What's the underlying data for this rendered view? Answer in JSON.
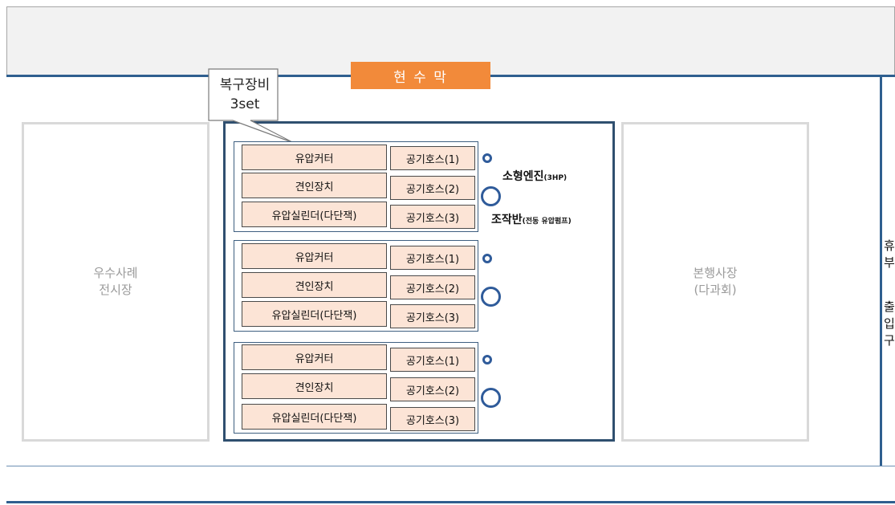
{
  "banner": {
    "label": "현 수 막"
  },
  "callout": {
    "line1": "복구장비",
    "line2": "3set"
  },
  "left_box": {
    "line1": "우수사례",
    "line2": "전시장"
  },
  "right_box": {
    "line1": "본행사장",
    "line2": "(다과회)"
  },
  "equipment_groups": [
    {
      "items": [
        "유압커터",
        "견인장치",
        "유압실린더(다단잭)"
      ],
      "hoses": [
        "공기호스(1)",
        "공기호스(2)",
        "공기호스(3)"
      ]
    },
    {
      "items": [
        "유압커터",
        "견인장치",
        "유압실린더(다단잭)"
      ],
      "hoses": [
        "공기호스(1)",
        "공기호스(2)",
        "공기호스(3)"
      ]
    },
    {
      "items": [
        "유압커터",
        "견인장치",
        "유압실린더(다단잭)"
      ],
      "hoses": [
        "공기호스(1)",
        "공기호스(2)",
        "공기호스(3)"
      ]
    }
  ],
  "labels": {
    "engine_main": "소형엔진",
    "engine_sub": "(3HP)",
    "control_main": "조작반",
    "control_sub": "(전동 유압펌프)"
  },
  "right_edge": {
    "chars": [
      "휴",
      "부",
      "",
      "출",
      "입",
      "구"
    ]
  },
  "colors": {
    "banner": "#f28a3a",
    "cell_fill": "#fce4d6",
    "main_border": "#2f4f6f",
    "ring": "#2f5b9a",
    "side_box_border": "#d9d9d9"
  }
}
